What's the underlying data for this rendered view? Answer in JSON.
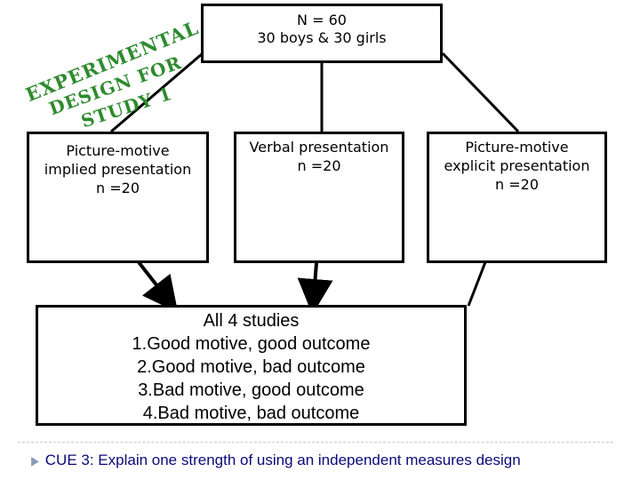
{
  "top": {
    "line1": "N = 60",
    "line2": "30 boys & 30 girls"
  },
  "boxes": [
    {
      "lines": [
        "Picture-motive",
        "implied presentation",
        "n =20"
      ]
    },
    {
      "lines": [
        "Verbal presentation",
        "n =20"
      ]
    },
    {
      "lines": [
        "Picture-motive",
        "explicit presentation",
        "n =20"
      ]
    }
  ],
  "bottom": {
    "lines": [
      "All 4 studies",
      "1.Good motive, good outcome",
      "2.Good motive, bad outcome",
      "3.Bad motive, good outcome",
      "4.Bad motive, bad outcome"
    ]
  },
  "stamp": {
    "text": "EXPERIMENTAL DESIGN FOR STUDY 1",
    "color": "#2e8b2e"
  },
  "cue": {
    "text": "CUE 3: Explain one strength of using an independent measures design"
  },
  "colors": {
    "cue_text": "#0a0a78",
    "bullet": "#8a9ab8",
    "lines": "#000000"
  }
}
